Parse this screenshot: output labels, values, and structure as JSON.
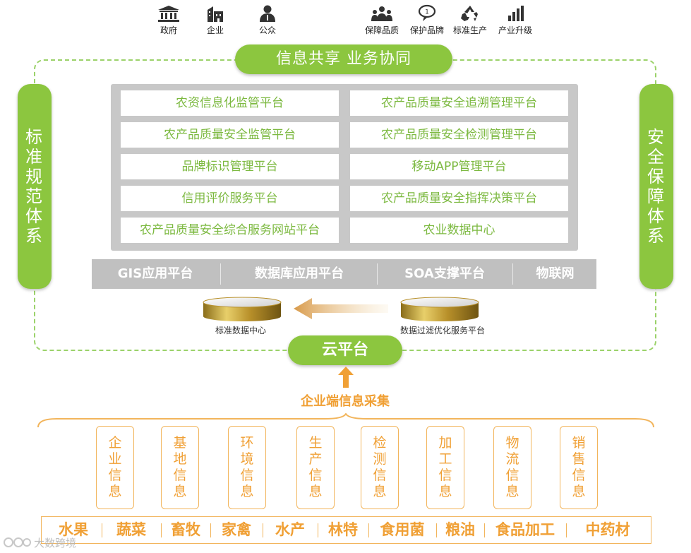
{
  "stakeholders_left": [
    {
      "label": "政府",
      "icon": "government-building-icon"
    },
    {
      "label": "企业",
      "icon": "enterprise-building-icon"
    },
    {
      "label": "公众",
      "icon": "public-person-icon"
    }
  ],
  "stakeholders_right": [
    {
      "label": "保障品质",
      "icon": "quality-group-icon"
    },
    {
      "label": "保护品牌",
      "icon": "brand-speech-icon"
    },
    {
      "label": "标准生产",
      "icon": "recycle-icon"
    },
    {
      "label": "产业升级",
      "icon": "bar-chart-icon"
    }
  ],
  "banner": "信息共享 业务协同",
  "left_pillar": [
    "标",
    "准",
    "规",
    "范",
    "体",
    "系"
  ],
  "right_pillar": [
    "安",
    "全",
    "保",
    "障",
    "体",
    "系"
  ],
  "platforms": [
    [
      "农资信息化监管平台",
      "农产品质量安全追溯管理平台"
    ],
    [
      "农产品质量安全监管平台",
      "农产品质量安全检测管理平台"
    ],
    [
      "品牌标识管理平台",
      "移动APP管理平台"
    ],
    [
      "信用评价服务平台",
      "农产品质量安全指挥决策平台"
    ],
    [
      "农产品质量安全综合服务网站平台",
      "农业数据中心"
    ]
  ],
  "tech_bar": [
    "GIS应用平台",
    "数据库应用平台",
    "SOA支撑平台",
    "物联网"
  ],
  "databases": {
    "standard": "标准数据中心",
    "filter": "数据过滤优化服务平台"
  },
  "cloud": "云平台",
  "collection_title": "企业端信息采集",
  "collection_items": [
    [
      "企",
      "业",
      "信",
      "息"
    ],
    [
      "基",
      "地",
      "信",
      "息"
    ],
    [
      "环",
      "境",
      "信",
      "息"
    ],
    [
      "生",
      "产",
      "信",
      "息"
    ],
    [
      "检",
      "测",
      "信",
      "息"
    ],
    [
      "加",
      "工",
      "信",
      "息"
    ],
    [
      "物",
      "流",
      "信",
      "息"
    ],
    [
      "销",
      "售",
      "信",
      "息"
    ]
  ],
  "products": [
    "水果",
    "蔬菜",
    "畜牧",
    "家禽",
    "水产",
    "林特",
    "食用菌",
    "粮油",
    "食品加工",
    "中药材"
  ],
  "watermark": "大数跨境",
  "colors": {
    "green": "#8cc63f",
    "orange": "#f0a035",
    "grey": "#c0c0c0"
  }
}
